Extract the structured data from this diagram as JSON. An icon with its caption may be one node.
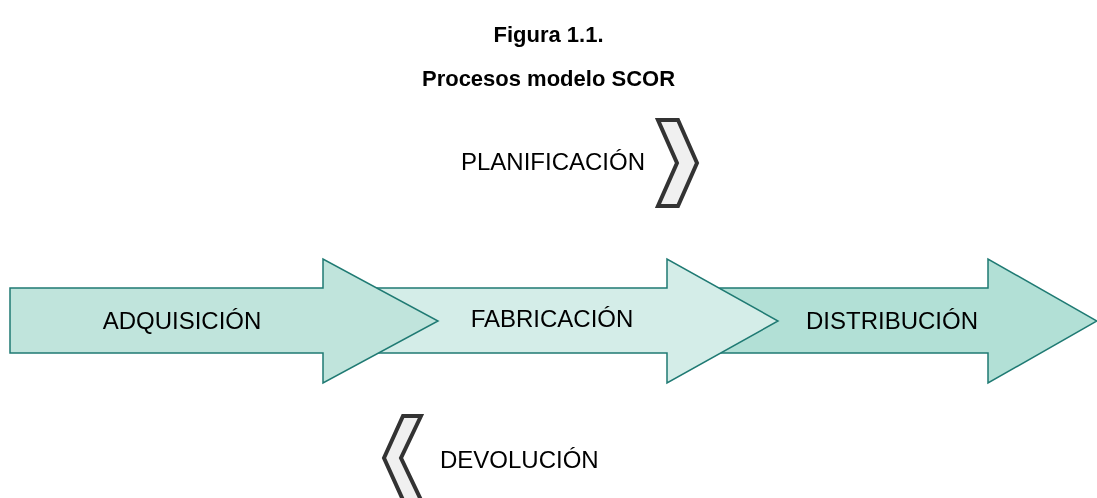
{
  "diagram": {
    "title": "Figura 1.1.",
    "caption": "Procesos modelo SCOR",
    "nodes": [
      {
        "text": [
          "ADQUISICIÓN"
        ]
      },
      {
        "text": [
          "FABRICACIÓN"
        ]
      },
      {
        "text": [
          "DISTRIBUCIÓN"
        ]
      }
    ],
    "edges": [],
    "labels": [
      "PLANIFICACIÓN",
      "DEVOLUCIÓN"
    ]
  }
}
